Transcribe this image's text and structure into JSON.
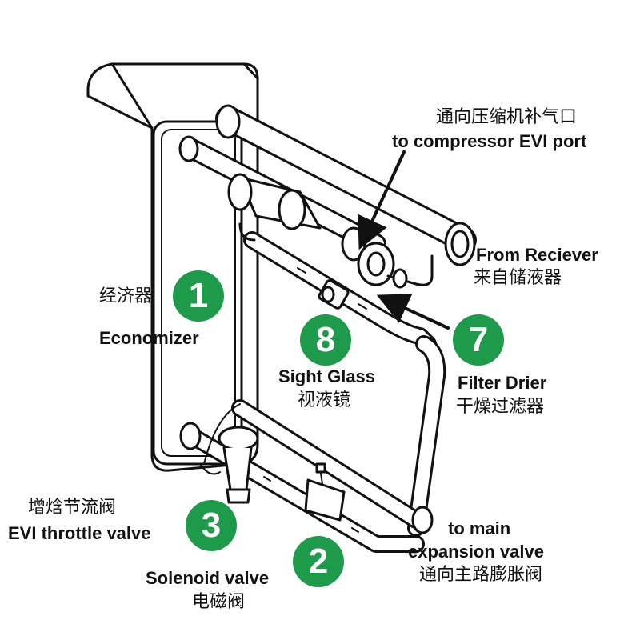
{
  "components": {
    "economizer": {
      "number": "1",
      "name_zh": "经济器",
      "name_en": "Economizer"
    },
    "solenoid_valve": {
      "number": "2",
      "name_en": "Solenoid valve",
      "name_zh": "电磁阀"
    },
    "evi_throttle_valve": {
      "number": "3",
      "name_zh": "增焓节流阀",
      "name_en": "EVI throttle valve"
    },
    "filter_drier": {
      "number": "7",
      "name_en": "Filter Drier",
      "name_zh": "干燥过滤器"
    },
    "sight_glass": {
      "number": "8",
      "name_en": "Sight Glass",
      "name_zh": "视液镜"
    }
  },
  "connections": {
    "compressor_port": {
      "name_zh": "通向压缩机补气口",
      "name_en": "to compressor EVI port"
    },
    "from_receiver": {
      "name_en": "From Reciever",
      "name_zh": "来自储液器"
    },
    "to_main_expansion": {
      "line1_en": "to main",
      "line2_en": "expansion valve",
      "name_zh": "通向主路膨胀阀"
    }
  },
  "colors": {
    "badge": "#1e9a4b",
    "line": "#111111"
  }
}
